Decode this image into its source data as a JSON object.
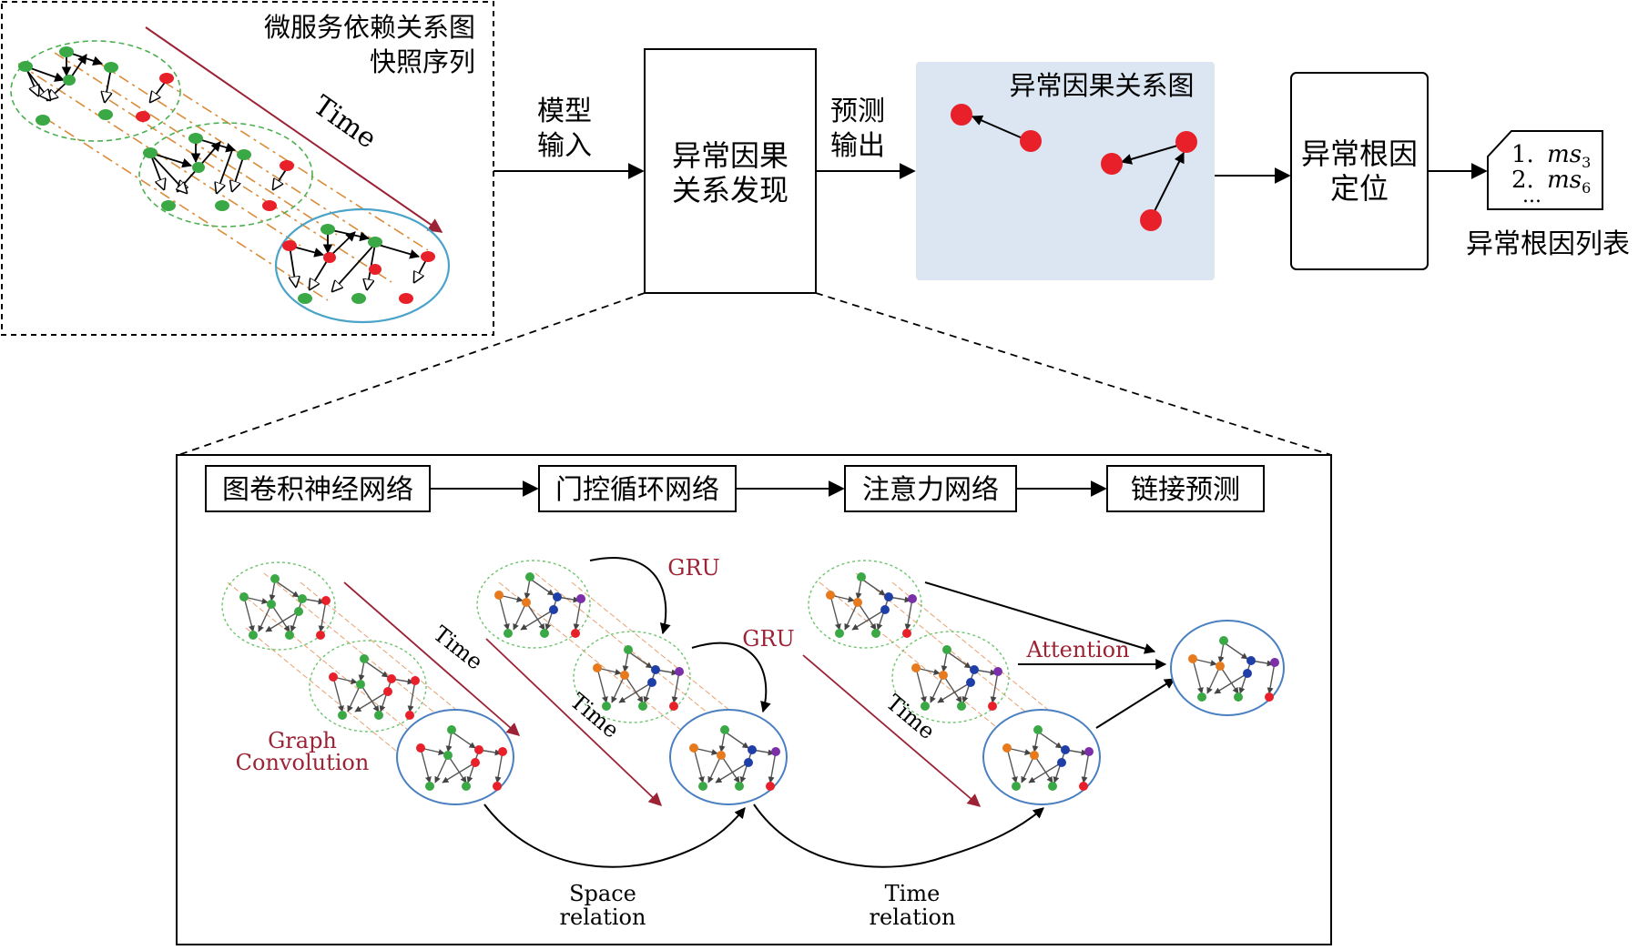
{
  "snapshot_panel": {
    "title_line1": "微服务依赖关系图",
    "title_line2": "快照序列",
    "time_label": "Time"
  },
  "edges": {
    "model_input_line1": "模型",
    "model_input_line2": "输入",
    "predict_output_line1": "预测",
    "predict_output_line2": "输出"
  },
  "discovery_box": {
    "line1": "异常因果",
    "line2": "关系发现"
  },
  "causal_graph_panel": {
    "title": "异常因果关系图"
  },
  "root_cause_box": {
    "line1": "异常根因",
    "line2": "定位"
  },
  "root_list": {
    "item1_num": "1.",
    "item1_ms": "ms",
    "item1_sub": "3",
    "item2_num": "2.",
    "item2_ms": "ms",
    "item2_sub": "6",
    "ellipsis": "...",
    "caption": "异常根因列表"
  },
  "pipeline": {
    "stage1": "图卷积神经网络",
    "stage2": "门控循环网络",
    "stage3": "注意力网络",
    "stage4": "链接预测"
  },
  "detail_labels": {
    "time_a": "Time",
    "time_b": "Time",
    "time_c": "Time",
    "graph_line1": "Graph",
    "graph_line2": "Convolution",
    "gru_1": "GRU",
    "gru_2": "GRU",
    "attention": "Attention",
    "space_line1": "Space",
    "space_line2": "relation",
    "time_rel_line1": "Time",
    "time_rel_line2": "relation"
  },
  "colors": {
    "green_node": "#3aa845",
    "red_node": "#e8202a",
    "causal_panel_bg": "#dbe6f2",
    "time_arrow": "#9b2335",
    "ellipse_green": "#4caf50",
    "ellipse_blue": "#4aa3c8",
    "dashed_orange": "#d98c3a"
  }
}
